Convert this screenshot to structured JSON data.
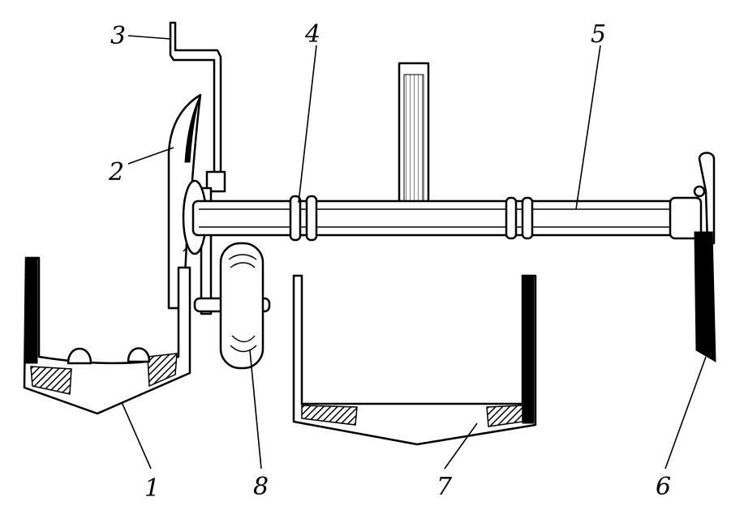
{
  "diagram": {
    "labels": {
      "l1": "1",
      "l2": "2",
      "l3": "3",
      "l4": "4",
      "l5": "5",
      "l6": "6",
      "l7": "7",
      "l8": "8"
    }
  }
}
